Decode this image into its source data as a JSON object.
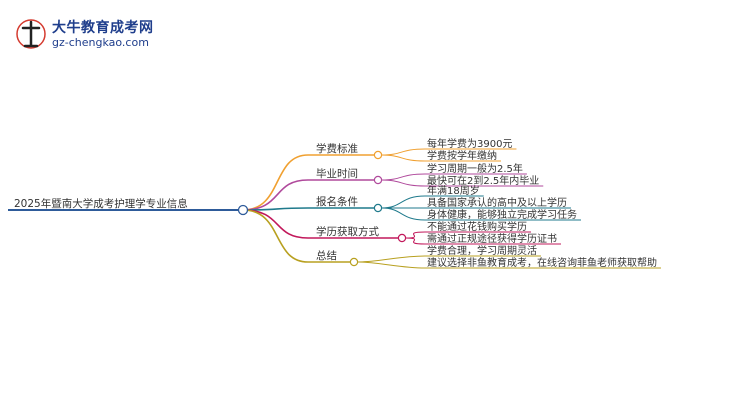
{
  "logo": {
    "title": "大牛教育成考网",
    "url": "gz-chengkao.com"
  },
  "mindmap": {
    "root": "2025年暨南大学成考护理学专业信息",
    "branches": [
      {
        "label": "学费标准",
        "color": "#f0a030",
        "children": [
          "每年学费为3900元",
          "学费按学年缴纳"
        ]
      },
      {
        "label": "毕业时间",
        "color": "#b04a9c",
        "children": [
          "学习周期一般为2.5年",
          "最快可在2到2.5年内毕业"
        ]
      },
      {
        "label": "报名条件",
        "color": "#1f7a8c",
        "children": [
          "年满18周岁",
          "具备国家承认的高中及以上学历",
          "身体健康，能够独立完成学习任务"
        ]
      },
      {
        "label": "学历获取方式",
        "color": "#c2185b",
        "children": [
          "不能通过花钱购买学历",
          "需通过正规途径获得学历证书"
        ]
      },
      {
        "label": "总结",
        "color": "#b8a020",
        "children": [
          "学费合理，学习周期灵活",
          "建议选择非鱼教育成考，在线咨询菲鱼老师获取帮助"
        ]
      }
    ]
  }
}
